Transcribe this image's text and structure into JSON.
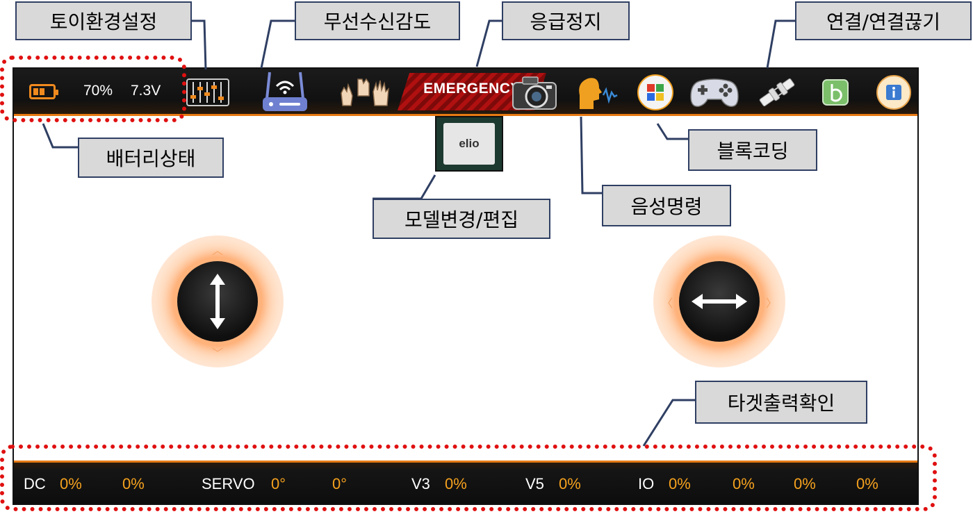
{
  "status": {
    "battery_percent": "70%",
    "battery_voltage": "7.3V"
  },
  "toolbar": {
    "emergency_label": "EMERGENCY",
    "icons": [
      "equalizer-icon",
      "wifi-router-icon",
      "hand-gesture-icon",
      "camera-icon",
      "voice-command-icon",
      "block-coding-icon",
      "gamepad-icon",
      "plug-icon",
      "brand-b-icon",
      "info-icon"
    ]
  },
  "model": {
    "chip_label": "elio"
  },
  "outputs": {
    "dc_label": "DC",
    "dc_values": [
      "0%",
      "0%"
    ],
    "servo_label": "SERVO",
    "servo_values": [
      "0°",
      "0°"
    ],
    "v3_label": "V3",
    "v3_value": "0%",
    "v5_label": "V5",
    "v5_value": "0%",
    "io_label": "IO",
    "io_values": [
      "0%",
      "0%",
      "0%",
      "0%"
    ]
  },
  "annotations": {
    "toy_settings": "토이환경설정",
    "wireless": "무선수신감도",
    "emergency_stop": "응급정지",
    "connect": "연결/연결끊기",
    "battery": "배터리상태",
    "block_coding": "블록코딩",
    "model_edit": "모델변경/편집",
    "voice": "음성명령",
    "target_output": "타겟출력확인"
  },
  "colors": {
    "accent": "#e87a14",
    "value": "#f6a21e",
    "dash": "#e01010",
    "callout_border": "#2f3f63",
    "callout_bg": "#d9d9d9"
  }
}
